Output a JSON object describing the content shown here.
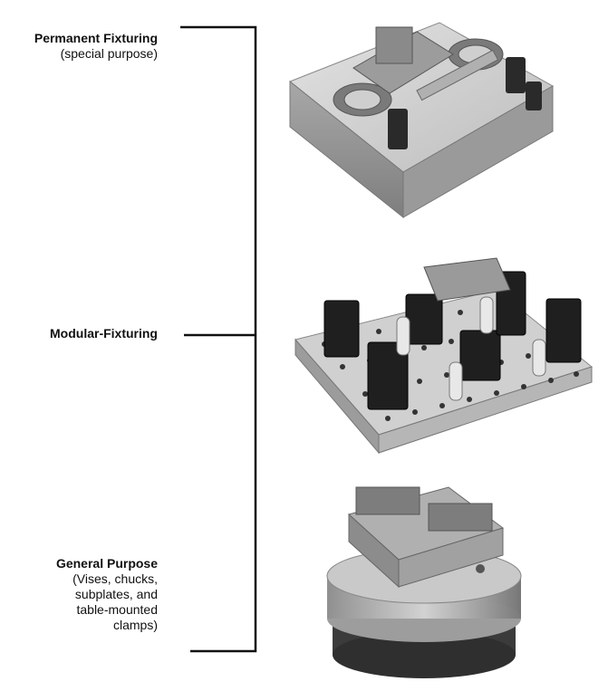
{
  "categories": [
    {
      "title": "Permanent Fixturing",
      "subtitle": "(special purpose)",
      "image": "special-purpose-fixture-plate"
    },
    {
      "title": "Modular-Fixturing",
      "subtitle": "",
      "image": "modular-fixture-grid-plate"
    },
    {
      "title": "General Purpose",
      "subtitle": "(Vises, chucks,\nsubplates, and\ntable-mounted\nclamps)",
      "image": "vise-on-round-chuck"
    }
  ],
  "colors": {
    "line": "#111111",
    "metal_light": "#d4d4d4",
    "metal_mid": "#a9a9a9",
    "metal_dark": "#3a3a3a"
  }
}
